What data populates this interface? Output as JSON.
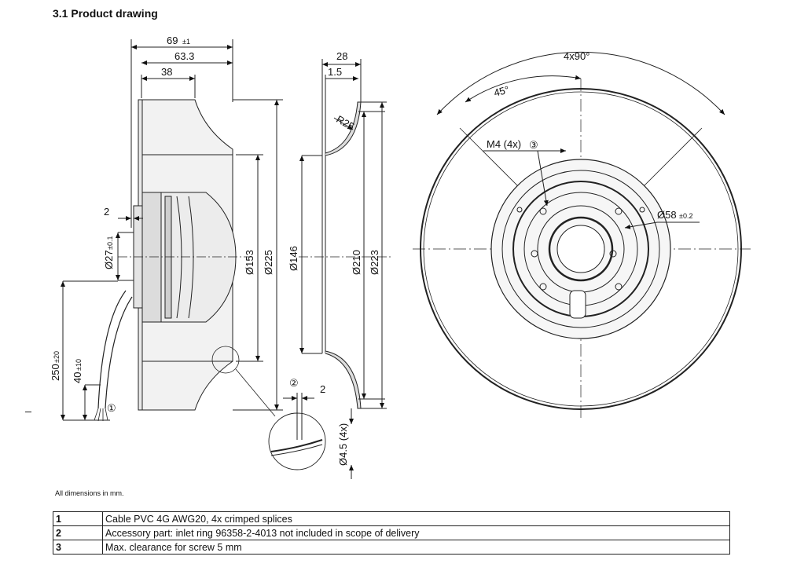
{
  "header": {
    "section_title": "3.1 Product drawing"
  },
  "drawing": {
    "dims": {
      "width_69": "69",
      "width_69_tol": "±1",
      "width_63": "63.3",
      "width_38": "38",
      "width_28": "28",
      "width_1_5": "1.5",
      "angle_4x90": "4x90°",
      "angle_45": "45°",
      "radius_r25": "R25",
      "thread_m4": "M4 (4x)",
      "ref_3": "③",
      "dia_58": "Ø58",
      "dia_58_tol": "±0.2",
      "dim_2_left": "2",
      "dia_27": "Ø27",
      "dia_27_tol": "±0.1",
      "dia_153": "Ø153",
      "dia_225": "Ø225",
      "dia_146": "Ø146",
      "dia_210": "Ø210",
      "dia_223": "Ø223",
      "len_250": "250",
      "len_250_tol": "±20",
      "len_40": "40",
      "len_40_tol": "±10",
      "ref_1": "①",
      "ref_2": "②",
      "dim_2_detail": "2",
      "dia_4_5": "Ø4.5 (4x)"
    }
  },
  "notes": {
    "all_dims": "All dimensions in mm."
  },
  "legend": {
    "rows": [
      {
        "num": "1",
        "text": "Cable PVC 4G AWG20, 4x crimped splices"
      },
      {
        "num": "2",
        "text": "Accessory part: inlet ring 96358-2-4013 not included in scope of delivery"
      },
      {
        "num": "3",
        "text": "Max. clearance for screw 5 mm"
      }
    ]
  }
}
